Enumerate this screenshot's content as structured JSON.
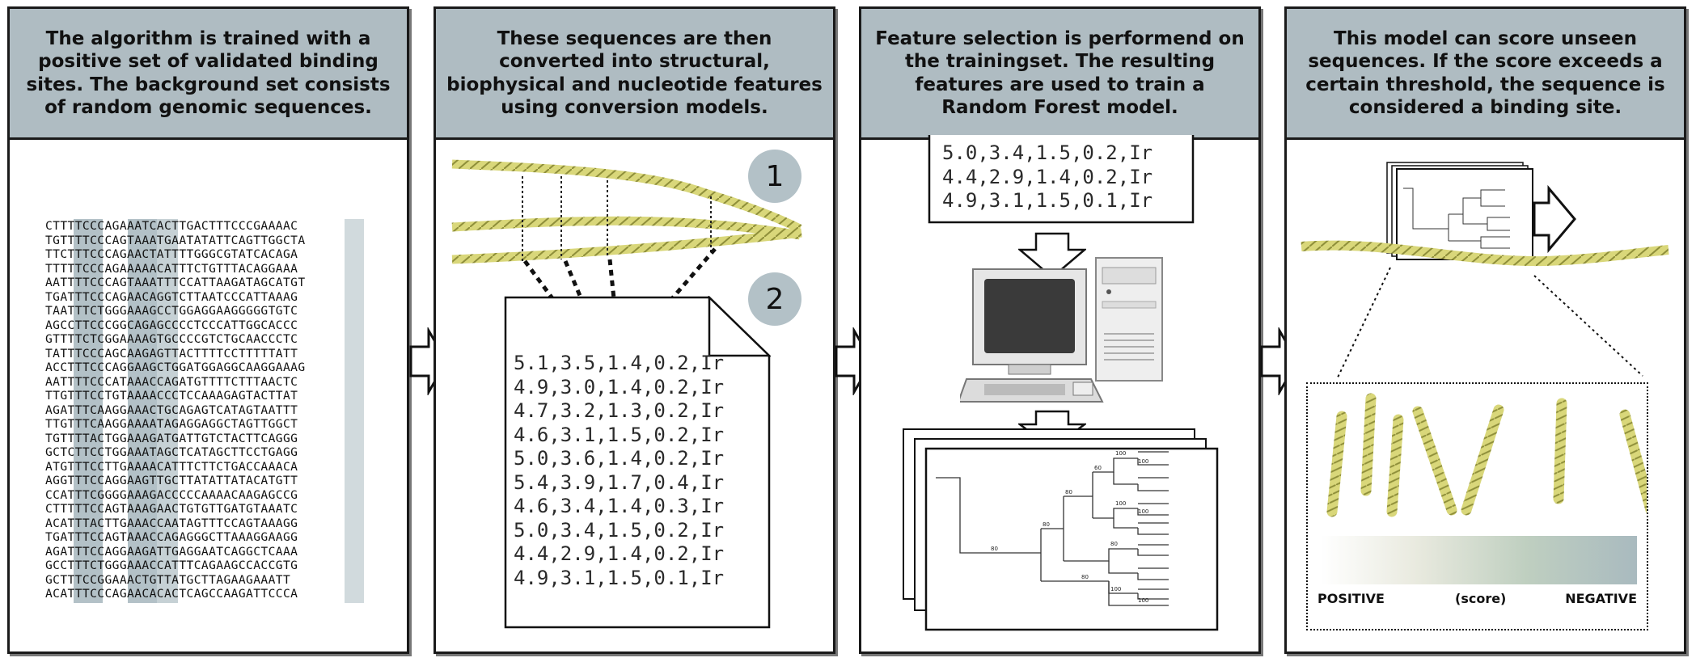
{
  "panels": [
    {
      "id": "training",
      "text": "The algorithm is trained with a positive set of validated binding sites. The background set consists of random genomic sequences."
    },
    {
      "id": "conversion",
      "text": "These sequences are then converted into structural, biophysical and nucleotide features using conversion models."
    },
    {
      "id": "selection",
      "text": "Feature selection is performend on the trainingset. The resulting features are used to train a Random Forest model."
    },
    {
      "id": "scoring",
      "text": "This model can score unseen sequences. If the score exceeds a certain threshold, the sequence is considered a binding site."
    }
  ],
  "sequences": [
    "CTTTTCCCAGAAATCACTTGACTTTCCCGAAAAC",
    "TGTTTTCCCAGTAAATGAATATATTCAGTTGGCTA",
    "TTCTTTCCCAGAACTATTTTGGGCGTATCACAGA",
    "TTTTTCCCAGAAAAACATTTCTGTTTACAGGAAA",
    "AATTTTCCCAGTAAATTTCCATTAAGATAGCATGT",
    "TGATTTCCCAGAACAGGTCTTAATCCCATTAAAG",
    "TAATTTCTGGGAAAGCCTGGAGGAAGGGGGTGTC",
    "AGCCTTCCCGGCAGAGCCCCTCCCATTGGCACCC",
    "GTTTTCTCGGAAAAGTGCCCCGTCTGCAACCCTC",
    "TATTTCCCAGCAAGAGTTACTTTTCCTTTTTATT",
    "ACCTTTCCCAGGAAGCTGGATGGAGGCAAGGAAAG",
    "AATTTTCCCATAAACCAGATGTTTTCTTTAACTC",
    "TTGTTTCCTGTAAAACCCTCCAAAGAGTACTTAT",
    "AGATTTCAAGGAAACTGCAGAGTCATAGTAATTT",
    "TTGTTTCAAGGAAAATAGAGGAGGCTAGTTGGCT",
    "TGTTTTACTGGAAAGATGATTGTCTACTTCAGGG",
    "GCTCTTCCTGGAAATAGCTCATAGCTTCCTGAGG",
    "ATGTTTCCTTGAAAACATTTCTTCTGACCAAACA",
    "AGGTTTCCAGGAAGTTGCTTATATTATACATGTT",
    "CCATTTCGGGGAAAGACCCCCAAAACAAGAGCCG",
    "CTTTTTCCAGTAAAGAACTGTGTTGATGTAAATC",
    "ACATTTACTTGAAACCAATAGTTTCCAGTAAAGG",
    "TGATTTCCAGTAAACCAGAGGGCTTAAAGGAAGG",
    "AGATTTCCAGGAAGATTGAGGAATCAGGCTCAAA",
    "GCCTTTCTGGGAAACCATTTCAGAAGCCACCGTG",
    "GCTTTCCGGAAACTGTTATGCTTAGAAGAAATT",
    "ACATTTCCCAGAACACACTCAGCCAAGATTCCCA"
  ],
  "feature_rows": [
    "5.1,3.5,1.4,0.2,Ir",
    "4.9,3.0,1.4,0.2,Ir",
    "4.7,3.2,1.3,0.2,Ir",
    "4.6,3.1,1.5,0.2,Ir",
    "5.0,3.6,1.4,0.2,Ir",
    "5.4,3.9,1.7,0.4,Ir",
    "4.6,3.4,1.4,0.3,Ir",
    "5.0,3.4,1.5,0.2,Ir",
    "4.4,2.9,1.4,0.2,Ir",
    "4.9,3.1,1.5,0.1,Ir"
  ],
  "training_rows": [
    "5.0,3.4,1.5,0.2,Ir",
    "4.4,2.9,1.4,0.2,Ir",
    "4.9,3.1,1.5,0.1,Ir"
  ],
  "steps": {
    "one": "1",
    "two": "2"
  },
  "tree_labels": [
    "100",
    "100",
    "60",
    "100",
    "100",
    "80",
    "80",
    "80",
    "100",
    "100",
    "80",
    "80"
  ],
  "score": {
    "positive": "POSITIVE",
    "middle": "(score)",
    "negative": "NEGATIVE"
  },
  "colors": {
    "header": "#afbcc2",
    "highlight": "#b3c1c7",
    "helix": "#dcdc7a",
    "gradient_end": "#a9babf"
  }
}
